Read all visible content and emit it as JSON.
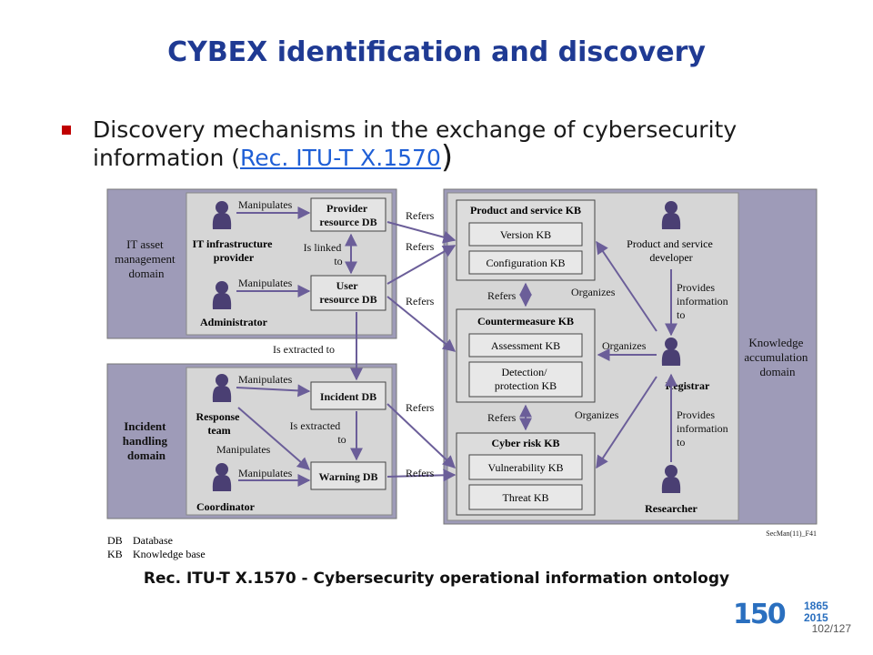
{
  "slide": {
    "title": "CYBEX identification and discovery",
    "bullet_text": "Discovery mechanisms in the exchange of cybersecurity information (",
    "bullet_link": "Rec. ITU-T X.1570",
    "bullet_close": ")",
    "caption": "Rec. ITU-T X.1570 - Cybersecurity operational information ontology",
    "page_number": "102/127",
    "logo_number": "150",
    "logo_years": [
      "1865",
      "2015"
    ]
  },
  "colors": {
    "title": "#1f3a93",
    "domain_panel": "#9e9bb8",
    "inner_panel": "#d6d6d6",
    "box_fill": "#e4e4e4",
    "arrow": "#6b5e99",
    "person": "#4a3f73"
  },
  "diagram": {
    "domains": {
      "it_asset": "IT asset management domain",
      "incident": "Incident handling domain",
      "knowledge": "Knowledge accumulation domain"
    },
    "actors": {
      "it_provider": "IT infrastructure provider",
      "administrator": "Administrator",
      "response_team": "Response team",
      "coordinator": "Coordinator",
      "ps_developer": "Product and service developer",
      "registrar": "Registrar",
      "researcher": "Researcher"
    },
    "stores": {
      "provider_db": "Provider resource DB",
      "user_db": "User resource DB",
      "incident_db": "Incident DB",
      "warning_db": "Warning DB"
    },
    "kbs": {
      "product_kb": "Product and service KB",
      "version_kb": "Version KB",
      "configuration_kb": "Configuration KB",
      "countermeasure_kb": "Countermeasure KB",
      "assessment_kb": "Assessment KB",
      "detection_kb": "Detection/ protection KB",
      "cyber_risk_kb": "Cyber risk KB",
      "vulnerability_kb": "Vulnerability KB",
      "threat_kb": "Threat KB"
    },
    "relations": {
      "manipulates": "Manipulates",
      "is_linked_to": "Is linked to",
      "is_extracted_to": "Is extracted to",
      "refers": "Refers",
      "organizes": "Organizes",
      "provides_information_to": "Provides information to"
    },
    "legend": {
      "db_abbr": "DB",
      "db_full": "Database",
      "kb_abbr": "KB",
      "kb_full": "Knowledge base"
    },
    "figure_id": "SecMan(11)_F41"
  }
}
